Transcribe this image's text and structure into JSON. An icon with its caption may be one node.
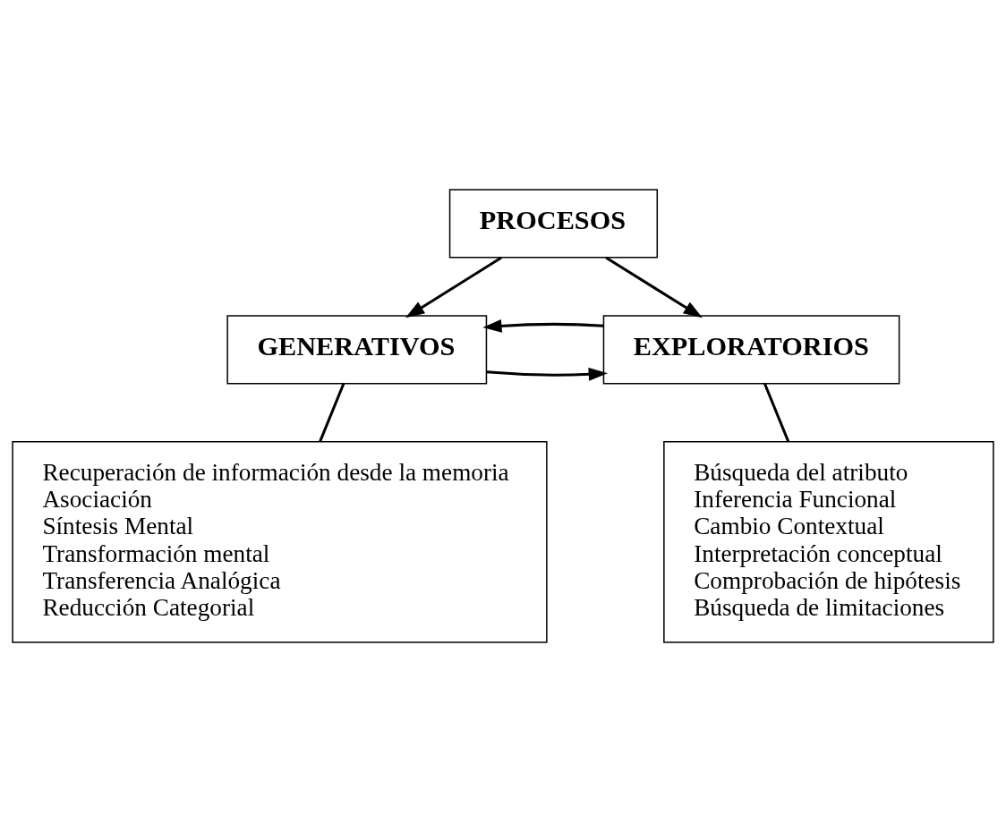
{
  "diagram": {
    "nodes": [
      {
        "text": [
          "PROCESOS"
        ]
      },
      {
        "text": [
          "GENERATIVOS"
        ]
      },
      {
        "text": [
          "EXPLORATORIOS"
        ]
      },
      {
        "text": [
          "Recuperación de información desde la memoria",
          "Asociación",
          "Síntesis Mental",
          "Transformación mental",
          "Transferencia Analógica",
          "Reducción Categorial"
        ]
      },
      {
        "text": [
          "Búsqueda del atributo",
          "Inferencia Funcional",
          "Cambio Contextual",
          "Interpretación conceptual",
          "Comprobación de hipótesis",
          "Búsqueda de limitaciones"
        ]
      }
    ],
    "edges": [
      {
        "from": 0,
        "to": 1,
        "arrow": "to"
      },
      {
        "from": 0,
        "to": 2,
        "arrow": "to"
      },
      {
        "from": 1,
        "to": 2,
        "arrow": "to"
      },
      {
        "from": 2,
        "to": 1,
        "arrow": "to"
      },
      {
        "from": 1,
        "to": 3,
        "arrow": "none"
      },
      {
        "from": 2,
        "to": 4,
        "arrow": "none"
      }
    ]
  }
}
